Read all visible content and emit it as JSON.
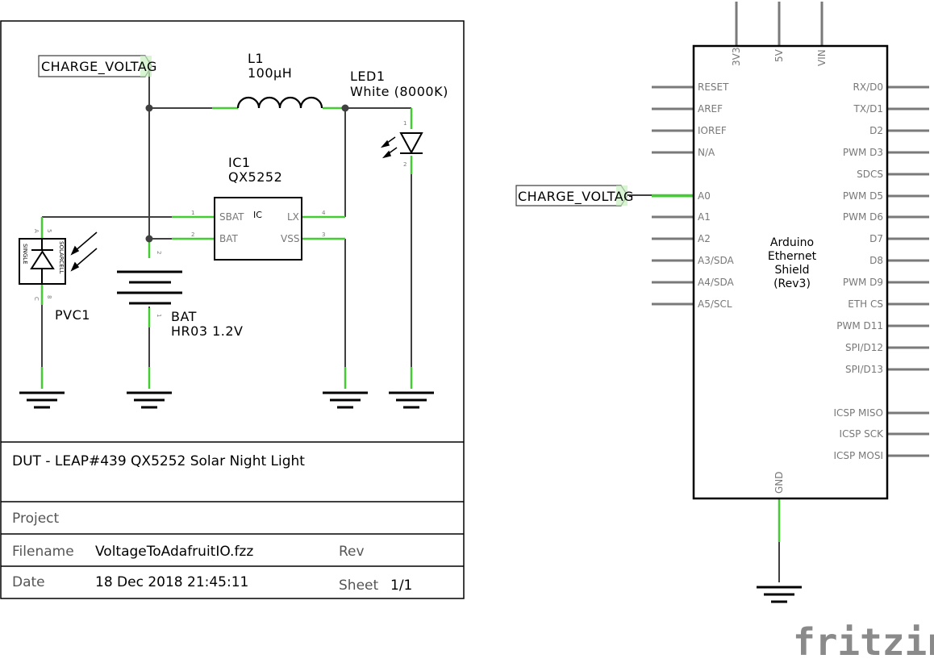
{
  "schematic": {
    "net_label": "CHARGE_VOLTAG",
    "inductor": {
      "ref": "L1",
      "value": "100µH"
    },
    "led": {
      "ref": "LED1",
      "value": "White (8000K)",
      "pins": [
        "1",
        "2"
      ]
    },
    "ic": {
      "ref": "IC1",
      "value": "QX5252",
      "body_label": "IC",
      "pins": [
        {
          "name": "SBAT",
          "num": "1"
        },
        {
          "name": "BAT",
          "num": "2"
        },
        {
          "name": "LX",
          "num": "4"
        },
        {
          "name": "VSS",
          "num": "3"
        }
      ]
    },
    "battery": {
      "ref": "BAT",
      "value": "HR03 1.2V",
      "pins": [
        "2",
        "1"
      ]
    },
    "solar_cell": {
      "ref": "PVC1",
      "body_left": "SINGLE",
      "body_right": "SOLARCELL",
      "pin_a": "A",
      "pin_c": "C",
      "pin_top": "5",
      "pin_bottom": "8"
    }
  },
  "title_block": {
    "title": "DUT - LEAP#439 QX5252 Solar Night Light",
    "project_label": "Project",
    "filename_label": "Filename",
    "filename": "VoltageToAdafruitIO.fzz",
    "rev_label": "Rev",
    "date_label": "Date",
    "date": "18 Dec 2018 21:45:11",
    "sheet_label": "Sheet",
    "sheet": "1/1"
  },
  "arduino": {
    "name_lines": [
      "Arduino",
      "Ethernet",
      "Shield",
      "(Rev3)"
    ],
    "top_pins": [
      "3V3",
      "5V",
      "VIN"
    ],
    "left_pins": [
      "RESET",
      "AREF",
      "IOREF",
      "N/A",
      "A0",
      "A1",
      "A2",
      "A3/SDA",
      "A4/SDA",
      "A5/SCL"
    ],
    "right_pins": [
      "RX/D0",
      "TX/D1",
      "D2",
      "PWM D3",
      "SDCS",
      "PWM D5",
      "PWM D6",
      "D7",
      "D8",
      "PWM D9",
      "ETH CS",
      "PWM D11",
      "SPI/D12",
      "SPI/D13",
      "ICSP MISO",
      "ICSP SCK",
      "ICSP MOSI"
    ],
    "bottom_pin": "GND"
  },
  "watermark": "fritzing",
  "colors": {
    "wire": "#404040",
    "connected": "#44cc33",
    "pin_text": "#787878"
  }
}
